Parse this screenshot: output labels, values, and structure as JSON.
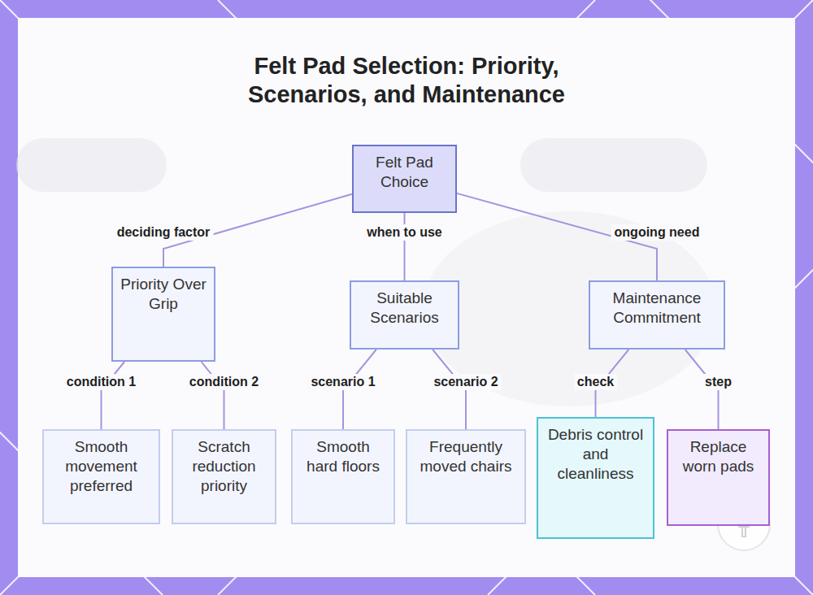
{
  "diagram": {
    "title": "Felt Pad Selection: Priority, Scenarios, and Maintenance",
    "nodes": [
      {
        "text": [
          "Felt Pad Choice"
        ]
      },
      {
        "text": [
          "Priority Over Grip"
        ]
      },
      {
        "text": [
          "Suitable Scenarios"
        ]
      },
      {
        "text": [
          "Maintenance Commitment"
        ]
      },
      {
        "text": [
          "Smooth movement preferred"
        ]
      },
      {
        "text": [
          "Scratch reduction priority"
        ]
      },
      {
        "text": [
          "Smooth hard floors"
        ]
      },
      {
        "text": [
          "Frequently moved chairs"
        ]
      },
      {
        "text": [
          "Debris control and cleanliness"
        ]
      },
      {
        "text": [
          "Replace worn pads"
        ]
      }
    ],
    "edges": [
      {
        "from": 0,
        "to": 1,
        "label": "deciding factor",
        "arrow": "none"
      },
      {
        "from": 0,
        "to": 2,
        "label": "when to use",
        "arrow": "none"
      },
      {
        "from": 0,
        "to": 3,
        "label": "ongoing need",
        "arrow": "none"
      },
      {
        "from": 1,
        "to": 4,
        "label": "condition 1",
        "arrow": "none"
      },
      {
        "from": 1,
        "to": 5,
        "label": "condition 2",
        "arrow": "none"
      },
      {
        "from": 2,
        "to": 6,
        "label": "scenario 1",
        "arrow": "none"
      },
      {
        "from": 2,
        "to": 7,
        "label": "scenario 2",
        "arrow": "none"
      },
      {
        "from": 3,
        "to": 8,
        "label": "check",
        "arrow": "none"
      },
      {
        "from": 3,
        "to": 9,
        "label": "step",
        "arrow": "none"
      }
    ]
  }
}
